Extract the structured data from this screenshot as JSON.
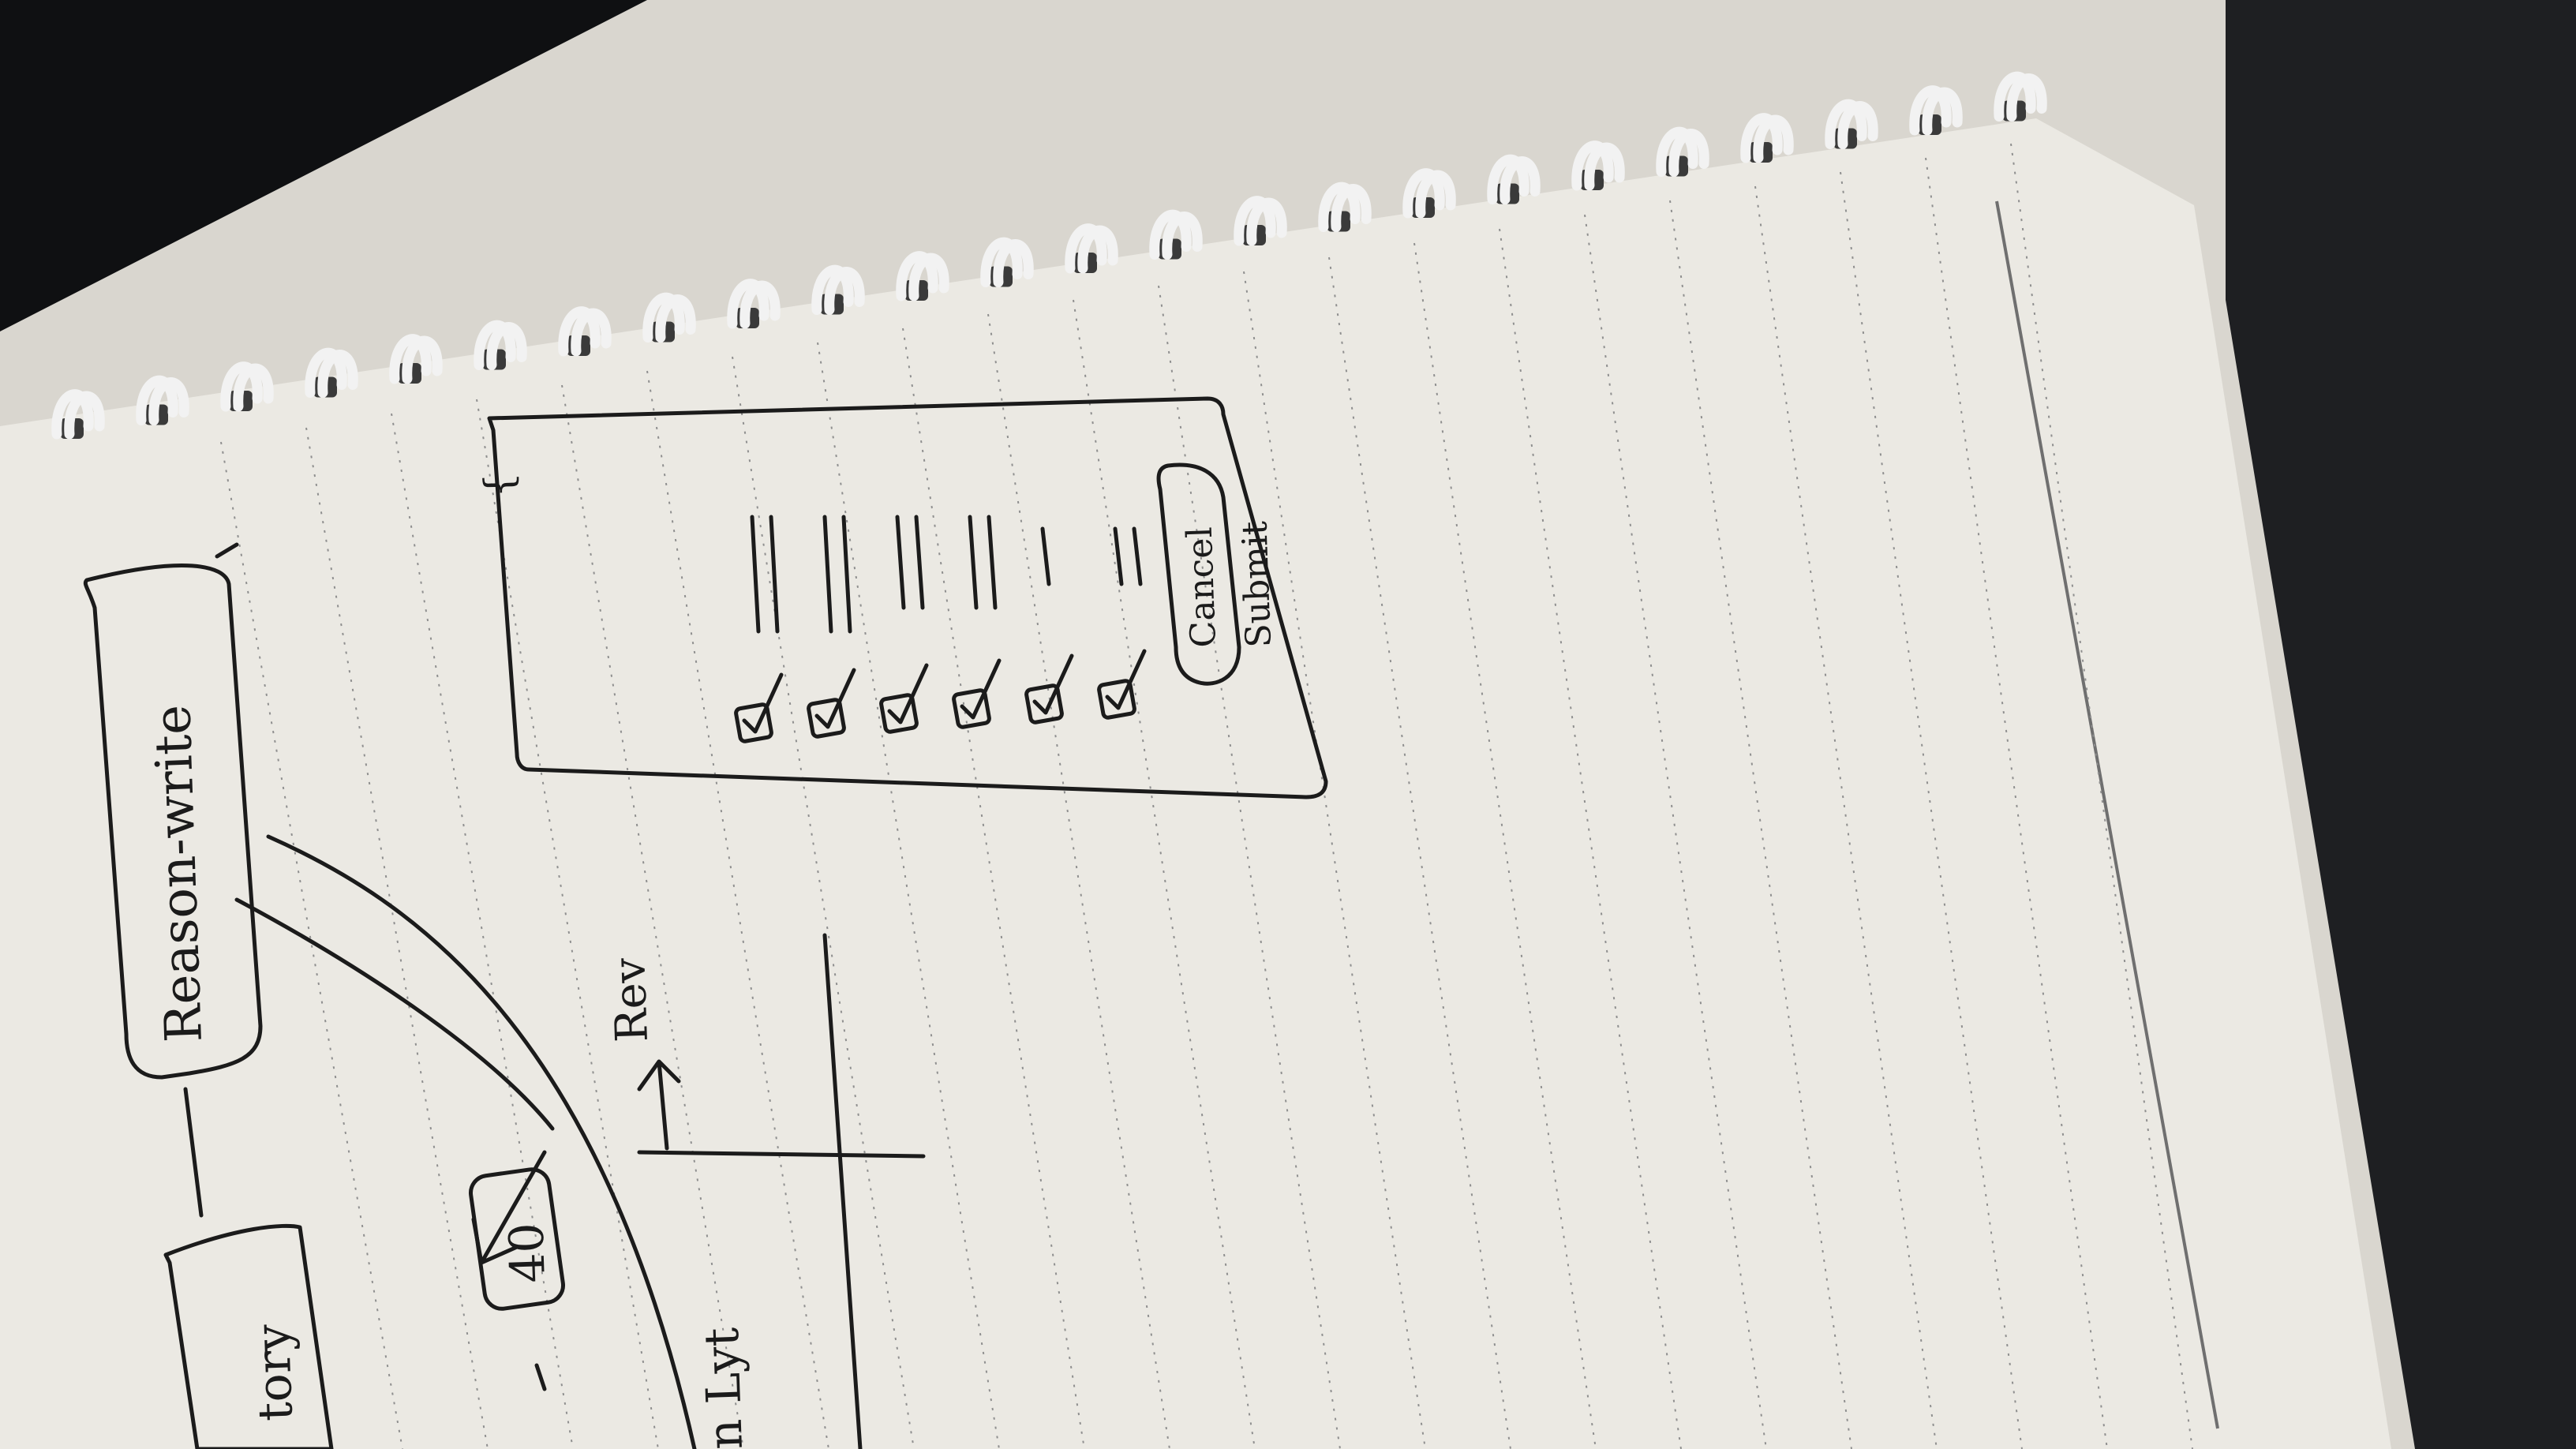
{
  "photo": {
    "subject": "spiral notebook page with hand-drawn wireframe sketch",
    "colors": {
      "background": "#0f1012",
      "desk_right": "#1e1f22",
      "paper": "#ebe9e3",
      "paper_shadow": "#d9d6cf",
      "ink": "#1b1b1b",
      "spiral": "#f2f2f2",
      "dots": "#8f8f8f"
    }
  },
  "sketch": {
    "tags": {
      "reason_write": "Reason-write",
      "history": "tory",
      "count_badge": "40",
      "review": "Rev",
      "list": "n Lyt"
    },
    "form": {
      "title_mark": "{",
      "checkbox_count": 6,
      "buttons": {
        "cancel": "Cancel",
        "submit": "Submit"
      }
    }
  }
}
